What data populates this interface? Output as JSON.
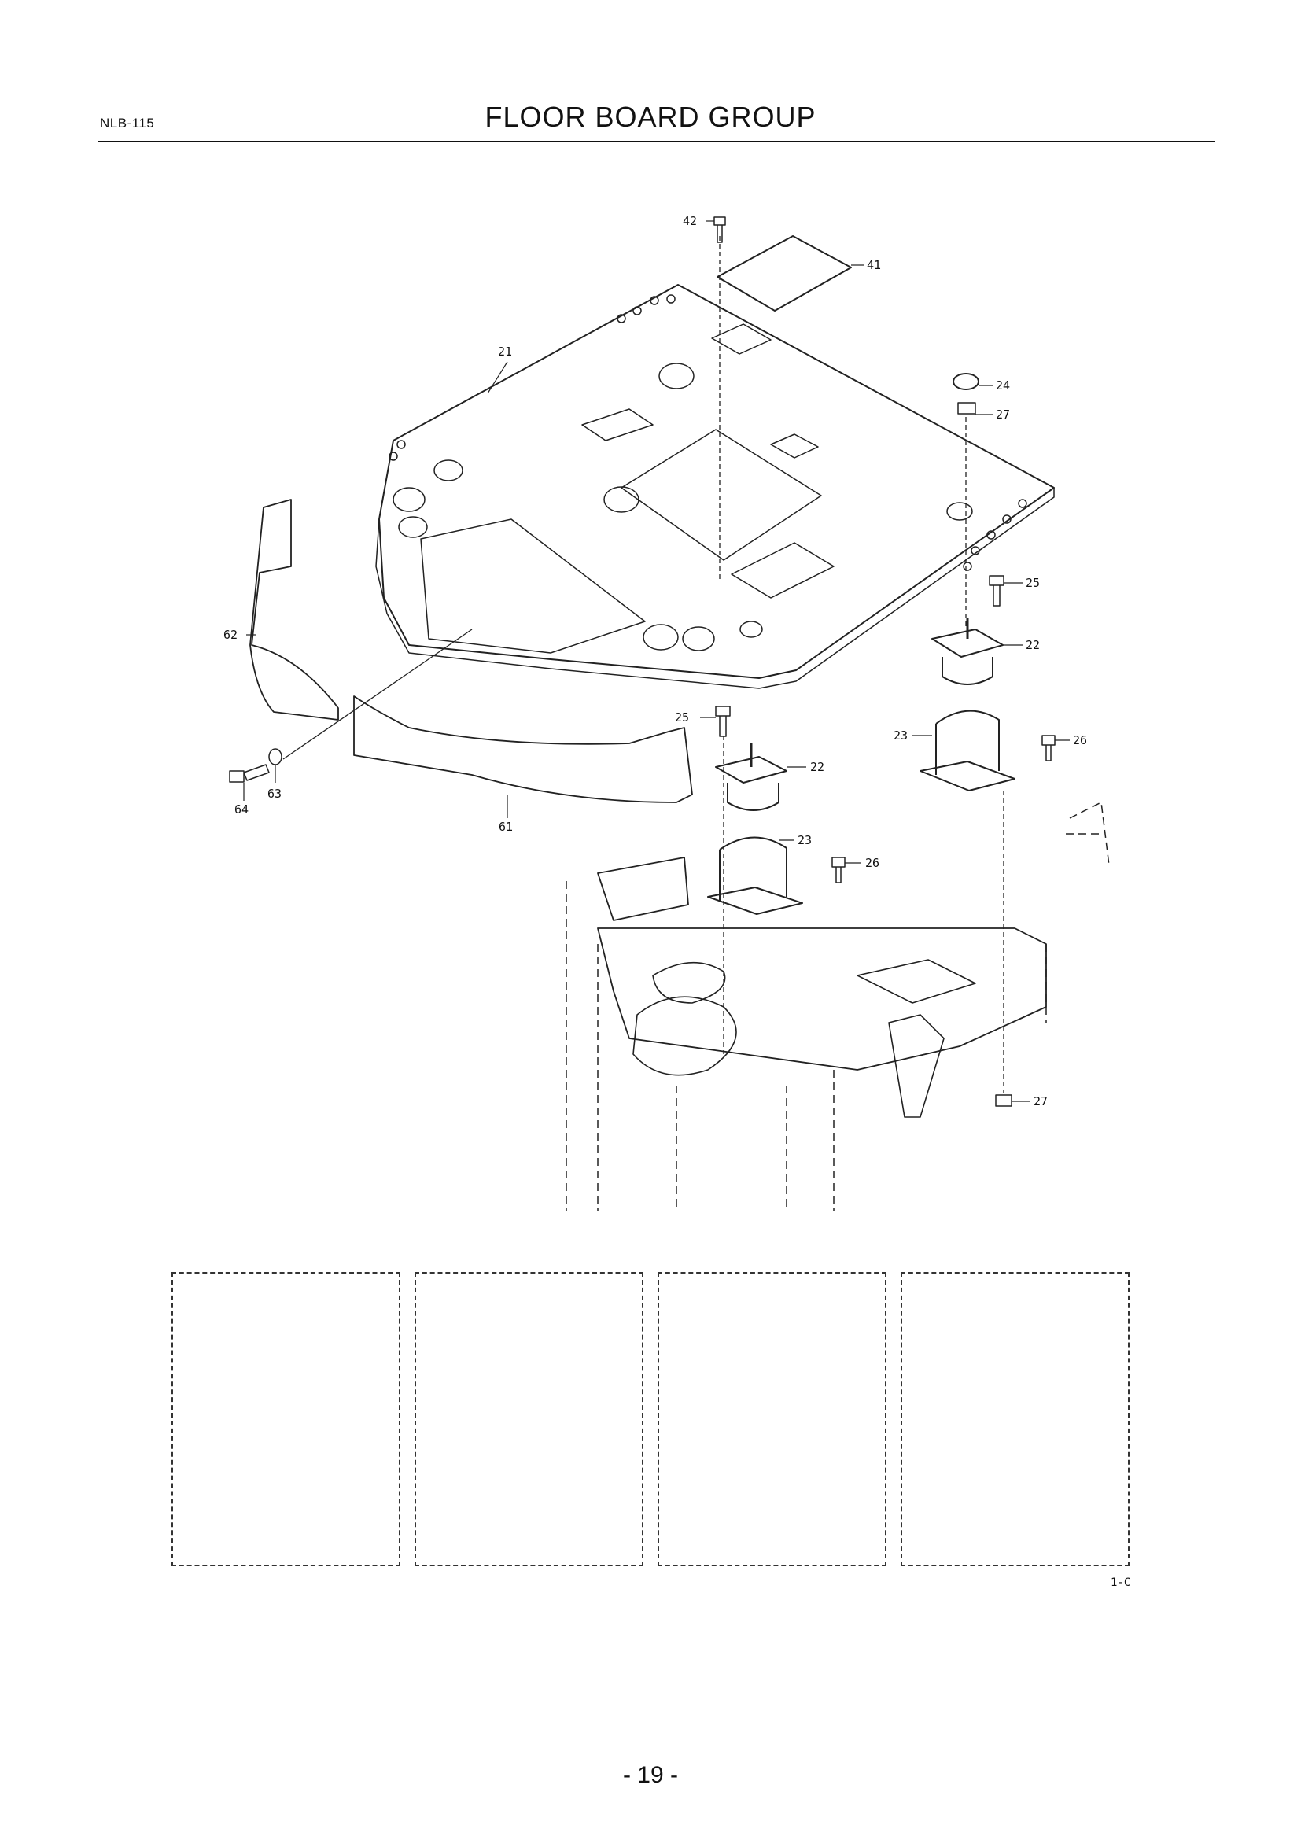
{
  "header": {
    "doc_code": "NLB-115",
    "title": "FLOOR BOARD GROUP"
  },
  "diagram": {
    "part_numbers": {
      "p42": "42",
      "p41": "41",
      "p21": "21",
      "p24": "24",
      "p27a": "27",
      "p25a": "25",
      "p22a": "22",
      "p62": "62",
      "p25b": "25",
      "p23a": "23",
      "p26a": "26",
      "p22b": "22",
      "p64": "64",
      "p63": "63",
      "p61": "61",
      "p23b": "23",
      "p26b": "26",
      "p27b": "27"
    },
    "drawing_code": "1-C"
  },
  "footer": {
    "page_number": "- 19 -"
  }
}
